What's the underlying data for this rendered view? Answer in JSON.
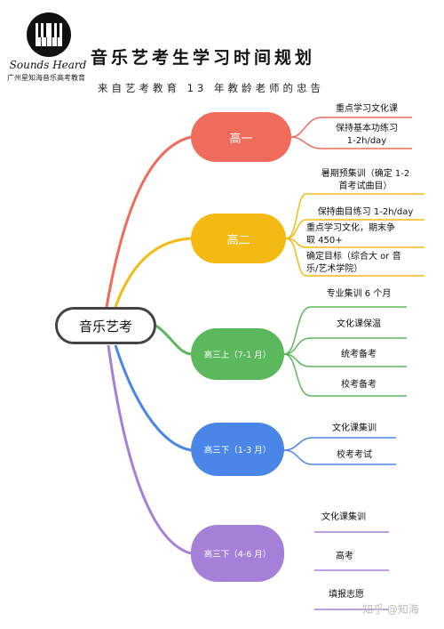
{
  "logo": {
    "name": "Sounds Heard",
    "subtitle": "广州星知海音乐高考教育"
  },
  "header": {
    "title": "音乐艺考生学习时间规划",
    "subtitle": "来自艺考教育 13 年教龄老师的忠告"
  },
  "root": {
    "label": "音乐艺考"
  },
  "branches": [
    {
      "label": "高一",
      "color": "#ef6b5b",
      "items": [
        "重点学习文化课",
        "保持基本功练习\n1-2h/day"
      ]
    },
    {
      "label": "高二",
      "color": "#f5b914",
      "items": [
        "暑期预集训（确定 1-2\n首考试曲目）",
        "保持曲目练习 1-2h/day",
        "重点学习文化，期末争\n取 450+",
        "确定目标（综合大 or 音\n乐/艺术学院）"
      ]
    },
    {
      "label": "高三上（7-1 月）",
      "color": "#5cb85c",
      "items": [
        "专业集训 6 个月",
        "文化课保温",
        "统考备考",
        "校考备考"
      ]
    },
    {
      "label": "高三下（1-3 月）",
      "color": "#4a86e8",
      "items": [
        "文化课集训",
        "校考考试"
      ]
    },
    {
      "label": "高三下（4-6 月）",
      "color": "#a67fd8",
      "items": [
        "文化课集训",
        "高考",
        "填报志愿"
      ]
    }
  ],
  "watermark": "知乎 @知海"
}
